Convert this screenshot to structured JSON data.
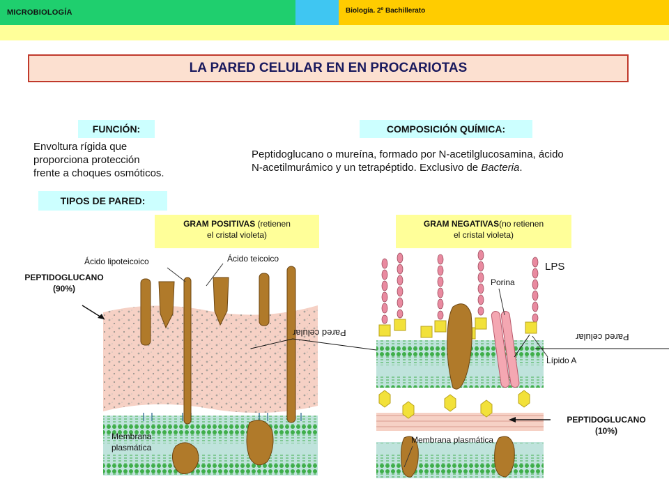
{
  "header": {
    "subject": "MICROBIOLOGÍA",
    "course": "Biología. 2º Bachillerato"
  },
  "title": "LA PARED CELULAR EN EN PROCARIOTAS",
  "funcion": {
    "heading": "FUNCIÓN:",
    "lines": [
      "Envoltura rígida que",
      "proporciona protección",
      "frente a choques osmóticos."
    ]
  },
  "composicion": {
    "heading": "COMPOSICIÓN QUÍMICA:",
    "line1": "Peptidoglucano o mureína, formado por N-acetilglucosamina, ácido",
    "line2_prefix": "N-acetilmurámico y un tetrapéptido. Exclusivo de ",
    "line2_italic": "Bacteria",
    "line2_suffix": "."
  },
  "tipos": {
    "heading": "TIPOS DE PARED:"
  },
  "gram_positivas": {
    "name": "GRAM POSITIVAS",
    "desc1": " (retienen",
    "desc2": "el cristal violeta)",
    "labels": {
      "acido_lipoteicoico": "Ácido lipoteicoico",
      "acido_teicoico": "Ácido teicoico",
      "peptidoglucano": "PEPTIDOGLUCANO",
      "peptidoglucano_pct": "(90%)",
      "pared_celular": "Pared celular",
      "membrana1": "Membrana",
      "membrana2": "plasmática"
    }
  },
  "gram_negativas": {
    "name": "GRAM NEGATIVAS",
    "desc1": "(no retienen",
    "desc2": "el cristal violeta)",
    "labels": {
      "lps": "LPS",
      "porina": "Porina",
      "pared_celular": "Pared celular",
      "lipido_a": "Lípido A",
      "peptidoglucano": "PEPTIDOGLUCANO",
      "peptidoglucano_pct": "(10%)",
      "membrana": "Membrana plasmática"
    }
  },
  "colors": {
    "header_green": "#1fcf6e",
    "header_cyan": "#3fc6f2",
    "header_yellow": "#ffcc00",
    "strip": "#ffff99",
    "title_bg": "#fce0d0",
    "title_border": "#c0392b",
    "title_text": "#1a1a5e",
    "wall_pink": "#f6d1c5",
    "membrane_teal": "#bfe3dc",
    "brown": "#b07a2a",
    "lps_pink": "#e98aa0",
    "lps_yellow": "#f2e13a"
  }
}
